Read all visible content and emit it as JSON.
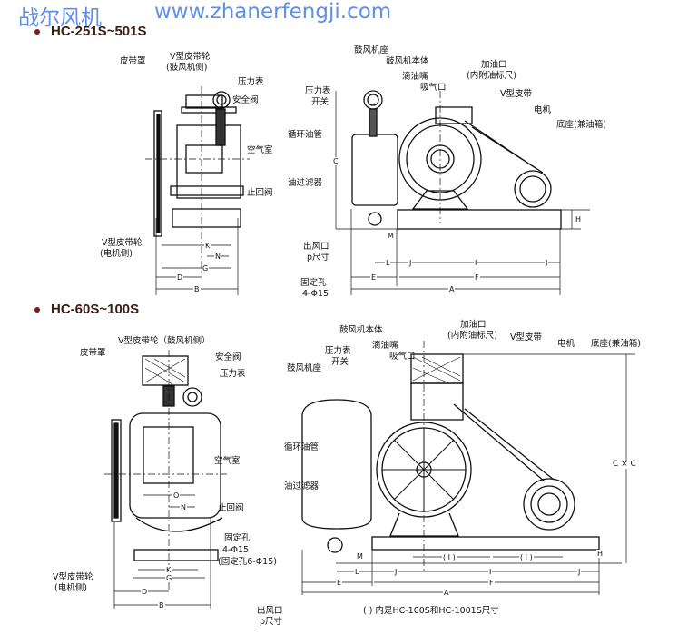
{
  "header": {
    "brand_cn": "战尔风机",
    "url": "www.zhanerfengji.com"
  },
  "top": {
    "model": "HC-251S~501S",
    "side": {
      "belt_cover": "皮带罩",
      "pulley_blower": "V型皮带轮",
      "pulley_blower_sub": "(鼓风机侧)",
      "gauge": "压力表",
      "safety_valve": "安全阀",
      "air_chamber": "空气室",
      "check_valve": "止回阀",
      "pulley_motor": "V型皮带轮",
      "pulley_motor_sub": "(电机侧)",
      "K": "K",
      "N": "N",
      "G": "G",
      "D": "D",
      "B": "B"
    },
    "front": {
      "blower_base": "鼓风机座",
      "blower_body": "鼓风机本体",
      "drip_nozzle": "滴油嘴",
      "intake": "吸气口",
      "oil_inlet": "加油口",
      "oil_inlet_sub": "(内附油标尺)",
      "v_belt": "V型皮带",
      "motor": "电机",
      "base": "底座(兼油箱)",
      "gauge_switch": "压力表",
      "gauge_switch_sub": "开关",
      "oil_pipe": "循环油管",
      "oil_filter": "油过滤器",
      "outlet": "出风口",
      "outlet_sub": "p尺寸",
      "fix_hole": "固定孔",
      "fix_hole_sub": "4-Φ15",
      "C": "C",
      "H": "H",
      "M": "M",
      "L": "L",
      "J1": "J",
      "I": "I",
      "J2": "J",
      "E": "E",
      "F": "F",
      "A": "A"
    }
  },
  "bottom": {
    "model": "HC-60S~100S",
    "side": {
      "belt_cover": "皮带罩",
      "pulley_blower": "V型皮带轮（鼓风机侧）",
      "safety_valve": "安全阀",
      "gauge": "压力表",
      "air_chamber": "空气室",
      "check_valve": "止回阀",
      "fix_hole": "固定孔",
      "fix_hole_sub": "4-Φ15",
      "fix_hole_alt": "(固定孔6-Φ15)",
      "pulley_motor": "V型皮带轮",
      "pulley_motor_sub": "(电机侧)",
      "O": "O",
      "N": "N",
      "K": "K",
      "G": "G",
      "D": "D",
      "B": "B"
    },
    "front": {
      "blower_body": "鼓风机本体",
      "gauge_switch": "压力表",
      "gauge_switch_sub": "开关",
      "blower_base": "鼓风机座",
      "drip_nozzle": "滴油嘴",
      "intake": "吸气口",
      "oil_inlet": "加油口",
      "oil_inlet_sub": "(内附油标尺)",
      "v_belt": "V型皮带",
      "motor": "电机",
      "base": "底座(兼油箱)",
      "oil_pipe": "循环油管",
      "oil_filter": "油过滤器",
      "C": "C × C",
      "M": "M",
      "H": "H",
      "I_paren1": "( I )",
      "I_paren2": "( I )",
      "L": "L",
      "J1": "J",
      "I": "I",
      "J2": "J",
      "E": "E",
      "F": "F",
      "A": "A",
      "outlet": "出风口",
      "outlet_sub": "p尺寸",
      "caption": "( )  内是HC-100S和HC-1001S尺寸"
    }
  }
}
